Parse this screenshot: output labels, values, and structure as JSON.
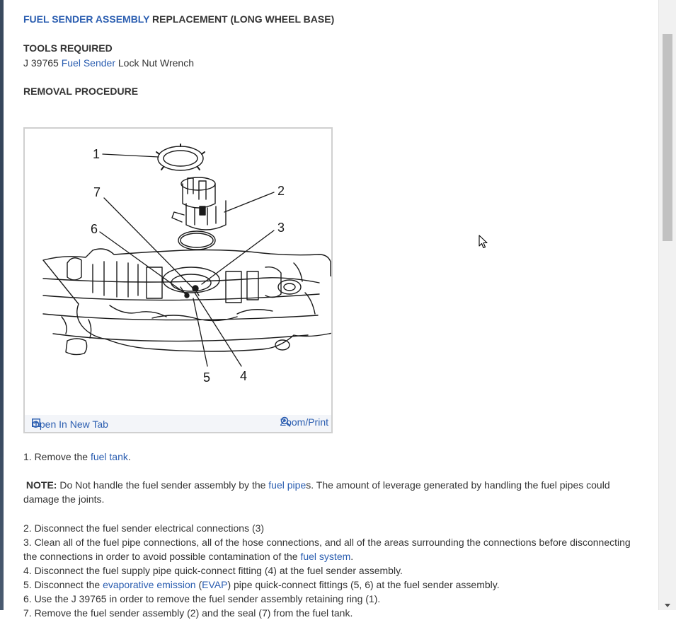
{
  "title": {
    "link": "FUEL SENDER ASSEMBLY",
    "rest": " REPLACEMENT (LONG WHEEL BASE)"
  },
  "tools": {
    "heading": "TOOLS REQUIRED",
    "prefix": "J 39765 ",
    "link": "Fuel Sender",
    "suffix": " Lock Nut Wrench"
  },
  "removal_heading": "REMOVAL PROCEDURE",
  "figure": {
    "callouts": [
      "1",
      "2",
      "3",
      "4",
      "5",
      "6",
      "7"
    ],
    "open_tab": "Open In New Tab",
    "zoom_print": "Zoom/Print"
  },
  "steps": {
    "s1": {
      "a": "1. Remove the ",
      "link": "fuel tank",
      "b": "."
    },
    "note": {
      "label": "NOTE:",
      "a": " Do Not handle the fuel sender assembly by the ",
      "link": "fuel pipe",
      "b": "s. The amount of leverage generated by handling the fuel pipes could damage the joints."
    },
    "s2": "2. Disconnect the fuel sender electrical connections (3)",
    "s3": {
      "a": "3. Clean all of the fuel pipe connections, all of the hose connections, and all of the areas surrounding the connections before disconnecting the connections in order to avoid possible contamination of the ",
      "link": "fuel system",
      "b": "."
    },
    "s4": "4. Disconnect the fuel supply pipe quick-connect fitting (4) at the fuel sender assembly.",
    "s5": {
      "a": "5. Disconnect the ",
      "link1": "evaporative emission",
      "b": " (",
      "link2": "EVAP",
      "c": ") pipe quick-connect fittings (5, 6) at the fuel sender assembly."
    },
    "s6": "6. Use the J 39765 in order to remove the fuel sender assembly retaining ring (1).",
    "s7": "7. Remove the fuel sender assembly (2) and the seal (7) from the fuel tank."
  }
}
